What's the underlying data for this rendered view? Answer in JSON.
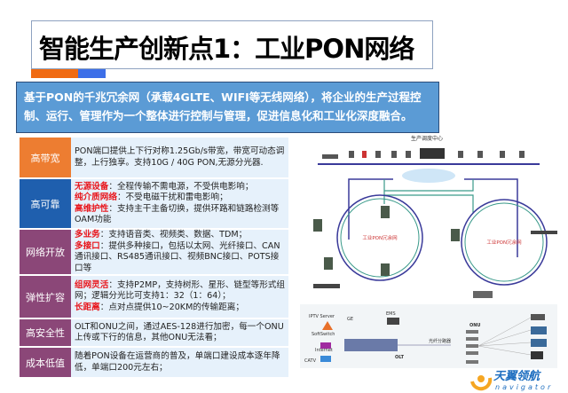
{
  "title": "智能生产创新点1：工业PON网络",
  "banner": "基于PON的千兆冗余网（承载4GLTE、WIFI等无线网络），将企业的生产过程控制、运行、管理作为一个整体进行控制与管理，促进信息化和工业化深度融合。",
  "features": [
    {
      "label": "高带宽",
      "color": "#ed7d31",
      "lines": [
        {
          "hl": "",
          "text": "PON端口提供上下行对称1.25Gb/s带宽，带宽可动态调整，上行独享。支持10G / 40G PON,无源分光器."
        }
      ]
    },
    {
      "label": "高可靠",
      "color": "#1f5fae",
      "lines": [
        {
          "hl": "无源设备",
          "text": "：全程传输不需电源，不受供电影响；"
        },
        {
          "hl": "纯介质网络",
          "text": "：不受电磁干扰和雷电影响；"
        },
        {
          "hl": "高维护性",
          "text": "：支持主干主备切换，提供环路和链路检测等OAM功能"
        }
      ]
    },
    {
      "label": "网络开放",
      "color": "#8b4778",
      "lines": [
        {
          "hl": "多业务",
          "text": "：支持语音类、视频类、数据、TDM；"
        },
        {
          "hl": "多接口",
          "text": "：提供多种接口，包括以太网、光纤接口、CAN通讯接口、RS485通讯接口、视频BNC接口、POTS接口等"
        }
      ]
    },
    {
      "label": "弹性扩容",
      "color": "#8b4778",
      "lines": [
        {
          "hl": "组网灵活",
          "text": "：支持P2MP，支持树形、星形、链型等形式组网；逻辑分光比可支持1：32（1：64）；"
        },
        {
          "hl": "长距离",
          "text": "：点对点提供10~20KM的传输距离；"
        }
      ]
    },
    {
      "label": "高安全性",
      "color": "#8b4778",
      "lines": [
        {
          "hl": "",
          "text": " OLT和ONU之间，通过AES-128进行加密，每一个ONU上传或下行的信息，其他ONU无法看；"
        }
      ]
    },
    {
      "label": "成本低值",
      "color": "#8b4778",
      "lines": [
        {
          "hl": "",
          "text": "随着PON设备在运营商的普及，单端口建设成本逐年降低，单端口200元左右；"
        }
      ]
    }
  ],
  "diagram": {
    "center": "生产调度中心",
    "ring_label": "工业PON冗余网",
    "iptv": "IPTV Server",
    "ge": "GE",
    "ems": "EMS",
    "softswitch": "SoftSwitch",
    "internet": "Internet",
    "catv": "CATV",
    "olt": "OLT",
    "onu": "ONU",
    "splitter": "光纤分路器"
  },
  "logo": {
    "name": "天翼领航",
    "sub": "navigator"
  },
  "colors": {
    "orange": "#ed7d31",
    "blue": "#1f5fae",
    "purple": "#8b4778",
    "banner": "#5b9bd5"
  }
}
